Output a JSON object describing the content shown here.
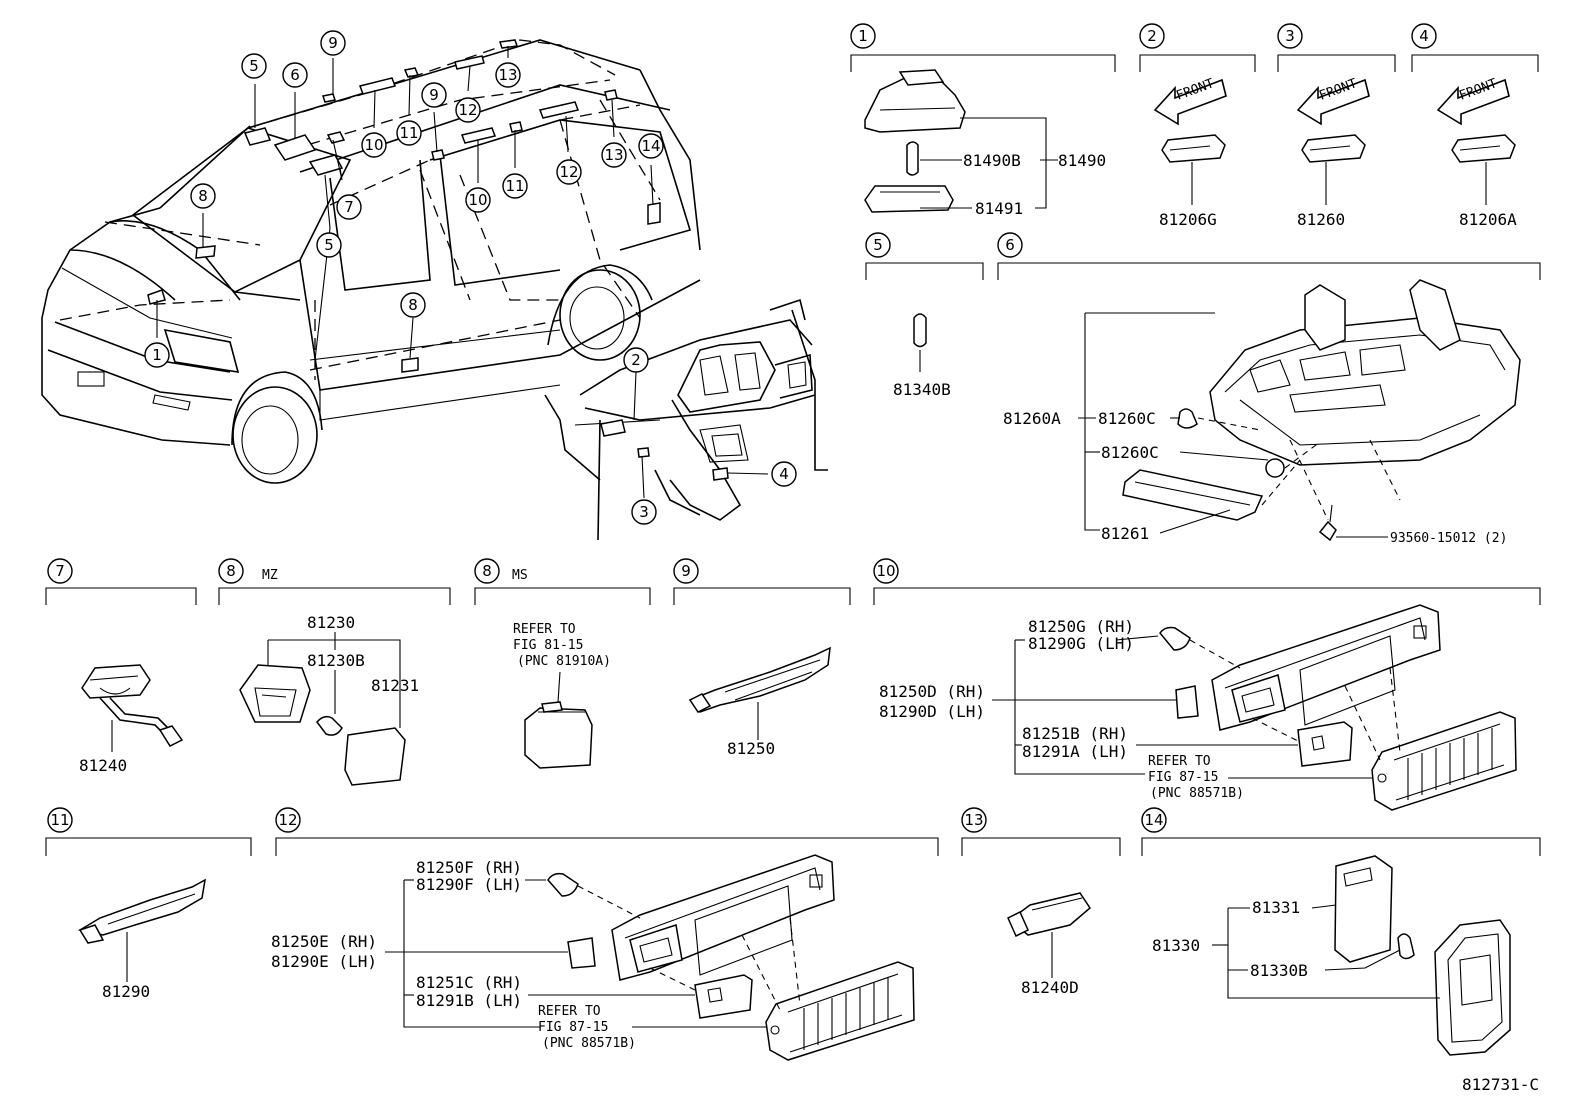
{
  "diagram_code": "812731-C",
  "callouts": [
    "1",
    "2",
    "3",
    "4",
    "5",
    "6",
    "7",
    "8",
    "9",
    "10",
    "11",
    "12",
    "13",
    "14"
  ],
  "section_notes": {
    "mz": "MZ",
    "ms": "MS"
  },
  "front_label": "FRONT",
  "parts": {
    "p81490B": "81490B",
    "p81490": "81490",
    "p81491": "81491",
    "p81206G": "81206G",
    "p81260": "81260",
    "p81206A": "81206A",
    "p81340B": "81340B",
    "p81260A": "81260A",
    "p81260C": "81260C",
    "p81261": "81261",
    "p93560": "93560-15012 (2)",
    "p81240": "81240",
    "p81230": "81230",
    "p81230B": "81230B",
    "p81231": "81231",
    "p81250": "81250",
    "p81250G": "81250G (RH)",
    "p81290G": "81290G (LH)",
    "p81250D": "81250D (RH)",
    "p81290D": "81290D (LH)",
    "p81251B": "81251B (RH)",
    "p81291A": "81291A (LH)",
    "p81290": "81290",
    "p81250F": "81250F (RH)",
    "p81290F": "81290F (LH)",
    "p81250E": "81250E (RH)",
    "p81290E": "81290E (LH)",
    "p81251C": "81251C (RH)",
    "p81291B": "81291B (LH)",
    "p81240D": "81240D",
    "p81331": "81331",
    "p81330": "81330",
    "p81330B": "81330B"
  },
  "refs": {
    "refer_to": "REFER TO",
    "fig_81_15": "FIG 81-15",
    "pnc_81910a": "(PNC 81910A)",
    "fig_87_15": "FIG 87-15",
    "pnc_88571b": "(PNC 88571B)"
  }
}
